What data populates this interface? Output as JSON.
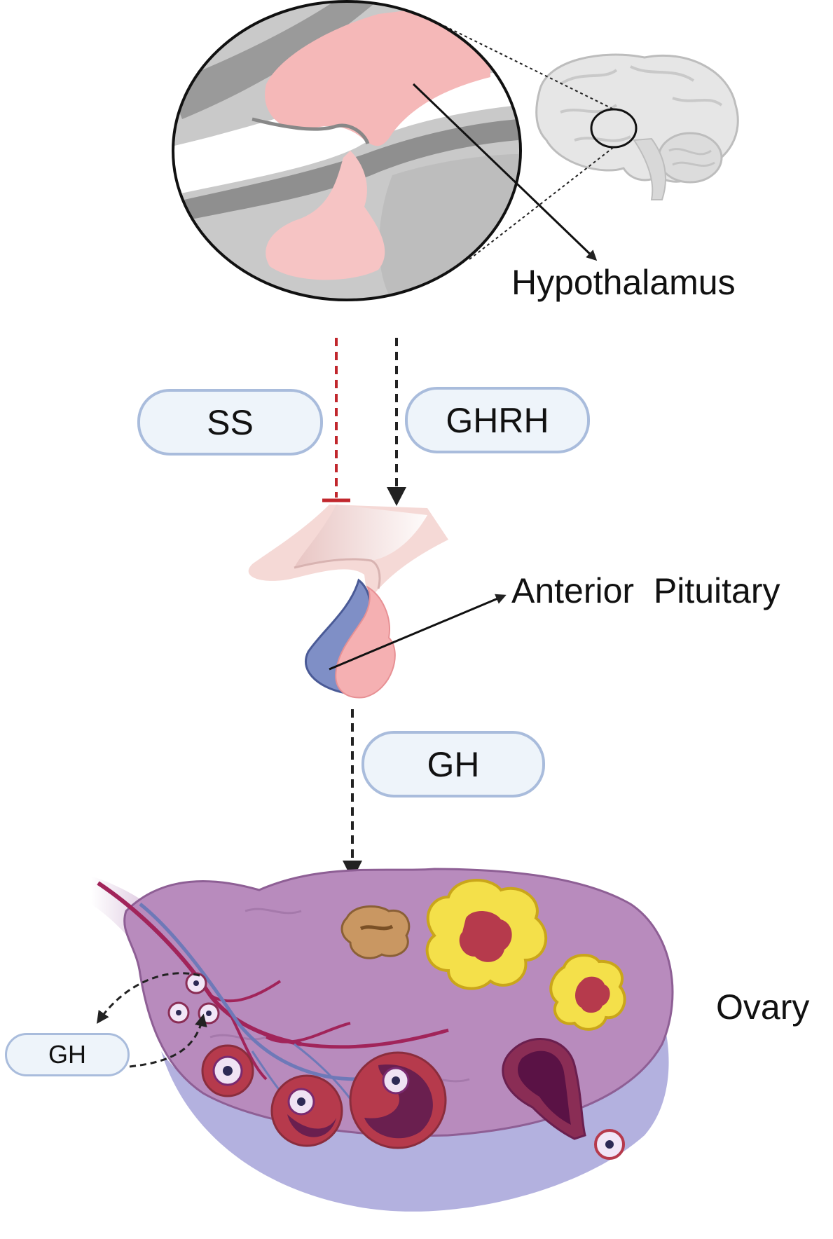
{
  "labels": {
    "hypothalamus": "Hypothalamus",
    "anterior_pituitary": "Anterior  Pituitary",
    "ovary": "Ovary"
  },
  "hormones": {
    "ss": "SS",
    "ghrh": "GHRH",
    "gh_main": "GH",
    "gh_local": "GH"
  },
  "colors": {
    "inhibition": "#c1272d",
    "stimulation": "#222222",
    "pill_border": "#a9bcdc",
    "pill_fill": "#eef4fa",
    "ovary": "#b88bbd",
    "hypothalamus_pink": "#f5b8b8",
    "follicle_yellow": "#f4e04a",
    "follicle_red": "#b63a4c"
  },
  "icons": [
    "brain-icon",
    "hypothalamus-magnifier-icon",
    "pituitary-icon",
    "ovary-icon",
    "follicle-icon",
    "corpus-luteum-icon",
    "oocyte-icon"
  ]
}
